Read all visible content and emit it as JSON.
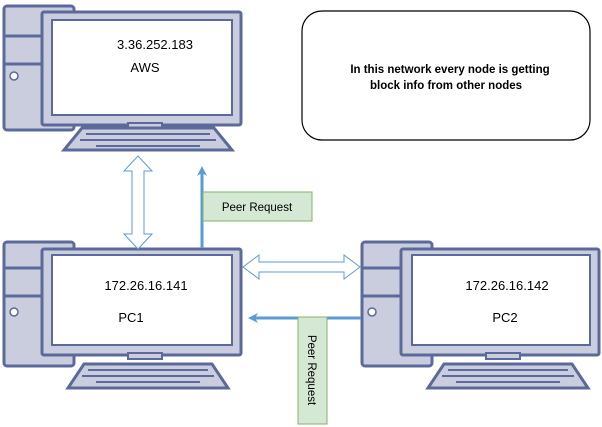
{
  "nodes": {
    "aws": {
      "ip": "3.36.252.183",
      "name": "AWS"
    },
    "pc1": {
      "ip": "172.26.16.141",
      "name": "PC1"
    },
    "pc2": {
      "ip": "172.26.16.142",
      "name": "PC2"
    }
  },
  "note": {
    "line1": "In this network every node is getting",
    "line2": "block info from other nodes"
  },
  "edges": {
    "pc1_to_aws": {
      "label": "Peer Request"
    },
    "pc2_to_pc1": {
      "label": "Peer Request"
    }
  },
  "colors": {
    "computer_fill": "#c9cdde",
    "computer_stroke": "#5b6a9a",
    "screen_fill": "#ffffff",
    "arrow_blue": "#5b9bd5",
    "label_fill": "#d5e8d4",
    "label_stroke": "#82b366"
  }
}
